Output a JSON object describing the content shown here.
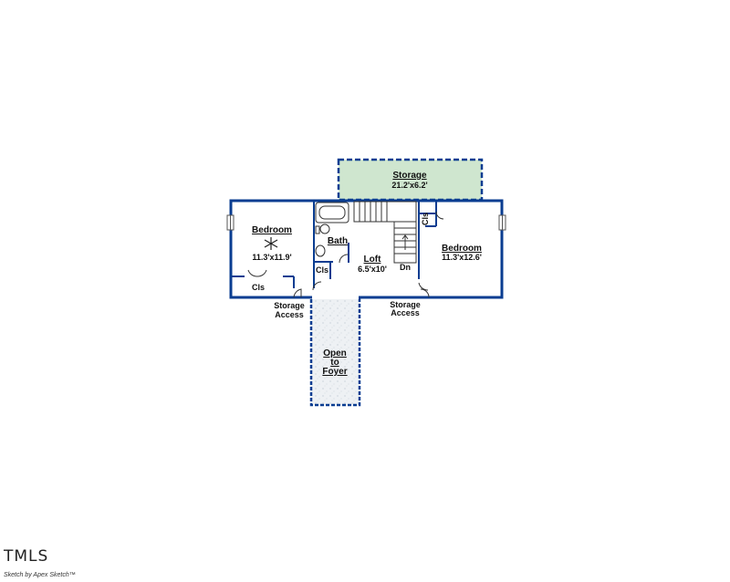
{
  "rooms": {
    "storage": {
      "name": "Storage",
      "dims": "21.2'x6.2'"
    },
    "bedroom_left": {
      "name": "Bedroom",
      "dims": "11.3'x11.9'"
    },
    "bedroom_right": {
      "name": "Bedroom",
      "dims": "11.3'x12.6'"
    },
    "loft": {
      "name": "Loft",
      "dims": "6.5'x10'"
    },
    "bath": {
      "name": "Bath"
    },
    "open_foyer": {
      "line1": "Open",
      "line2": "to",
      "line3": "Foyer"
    }
  },
  "labels": {
    "cls_left": "Cls",
    "cls_center": "Cls",
    "cls_right": "Cls",
    "dn": "Dn",
    "storage_access_left_1": "Storage",
    "storage_access_left_2": "Access",
    "storage_access_right_1": "Storage",
    "storage_access_right_2": "Access"
  },
  "branding": {
    "logo": "TMLS",
    "credit": "Sketch by Apex Sketch™"
  },
  "colors": {
    "wall": "#0a3d91",
    "storage_fill": "#cfe6cf",
    "foyer_fill": "#eef1f4"
  }
}
